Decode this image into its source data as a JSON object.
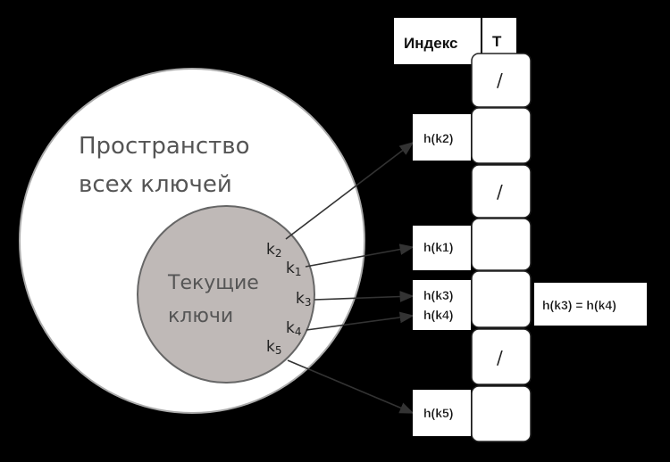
{
  "universe_label_line1": "Пространство",
  "universe_label_line2": "всех ключей",
  "current_label_line1": "Текущие",
  "current_label_line2": "ключи",
  "table_header_index": "Индекс",
  "table_header_t": "T",
  "null_symbol": "/",
  "keys": [
    {
      "base": "k",
      "sub": "2"
    },
    {
      "base": "k",
      "sub": "1"
    },
    {
      "base": "k",
      "sub": "3"
    },
    {
      "base": "k",
      "sub": "4"
    },
    {
      "base": "k",
      "sub": "5"
    }
  ],
  "hash_labels": [
    "h(k2)",
    "h(k1)",
    "h(k3)",
    "h(k4)",
    "h(k5)"
  ],
  "collision_note": "h(k3) = h(k4)"
}
